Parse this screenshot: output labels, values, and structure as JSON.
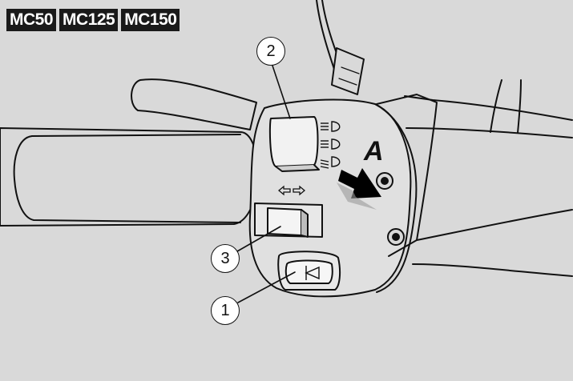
{
  "models": [
    "MC50",
    "MC125",
    "MC150"
  ],
  "callouts": {
    "one": "1",
    "two": "2",
    "three": "3"
  },
  "marker": "A",
  "icons": {
    "headlight_high": "headlight-high-icon",
    "headlight_passing": "headlight-passing-icon",
    "headlight_low": "headlight-low-icon",
    "turn_signal": "turn-signal-arrows-icon",
    "horn": "horn-icon"
  },
  "colors": {
    "background": "#d9d9d9",
    "line": "#111111",
    "badge": "#1a1a1a",
    "arrow": "#000000"
  }
}
